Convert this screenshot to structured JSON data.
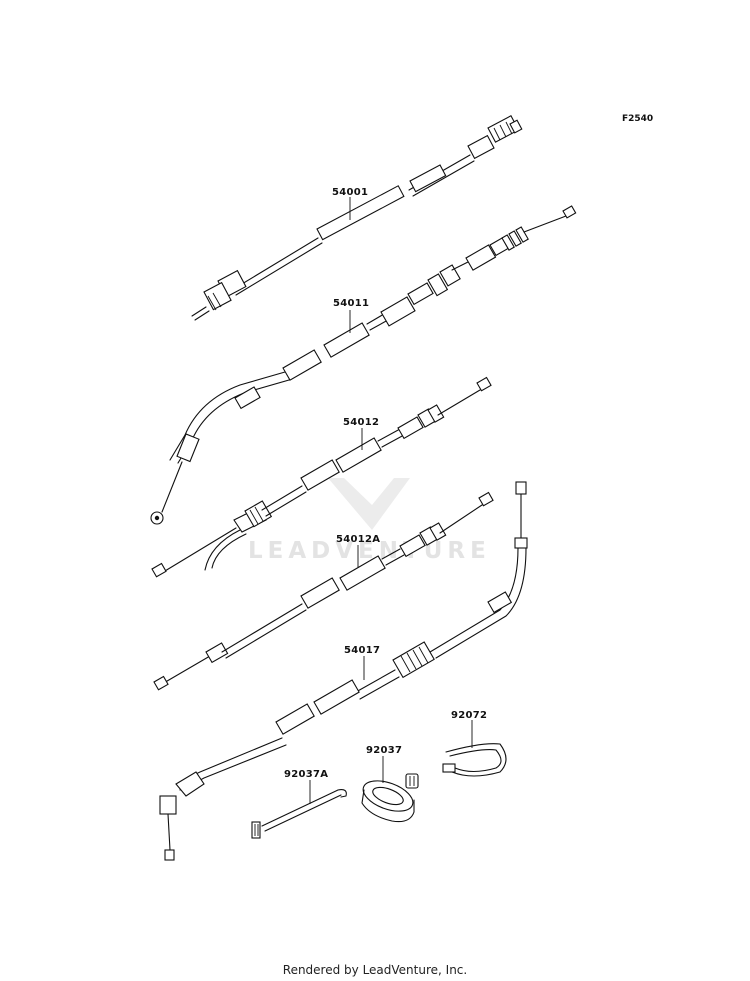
{
  "figure_code": "F2540",
  "parts": [
    {
      "number": "54001"
    },
    {
      "number": "54011"
    },
    {
      "number": "54012"
    },
    {
      "number": "54012A"
    },
    {
      "number": "54017"
    },
    {
      "number": "92072"
    },
    {
      "number": "92037"
    },
    {
      "number": "92037A"
    }
  ],
  "watermark": "LEADVENTURE",
  "footer": "Rendered by LeadVenture, Inc."
}
